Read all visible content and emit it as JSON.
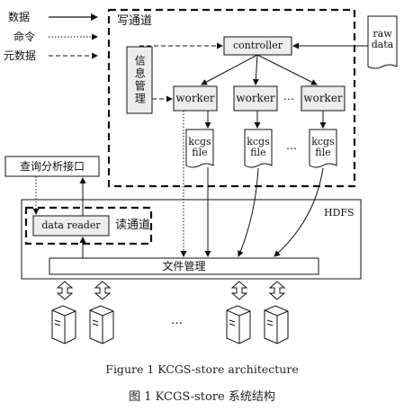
{
  "legend": {
    "data": "数据",
    "command": "命令",
    "metadata": "元数据"
  },
  "write_channel": {
    "title": "写通道",
    "info_mgmt": "信息管理",
    "controller": "controller",
    "workers": [
      "worker",
      "worker",
      "worker"
    ],
    "files": [
      "kcgs\nfile",
      "kcgs\nfile",
      "kcgs\nfile"
    ],
    "ellipsis": "…"
  },
  "raw_data": "raw\ndata",
  "query_interface": "查询分析接口",
  "hdfs": {
    "title": "HDFS",
    "read_channel": "读通道",
    "data_reader": "data reader",
    "file_mgmt": "文件管理"
  },
  "servers_ellipsis": "…",
  "captions": {
    "en": "Figure 1   KCGS-store architecture",
    "zh": "图 1   KCGS-store 系统结构"
  },
  "colors": {
    "box_fill": "#ededed",
    "stroke": "#111111"
  }
}
